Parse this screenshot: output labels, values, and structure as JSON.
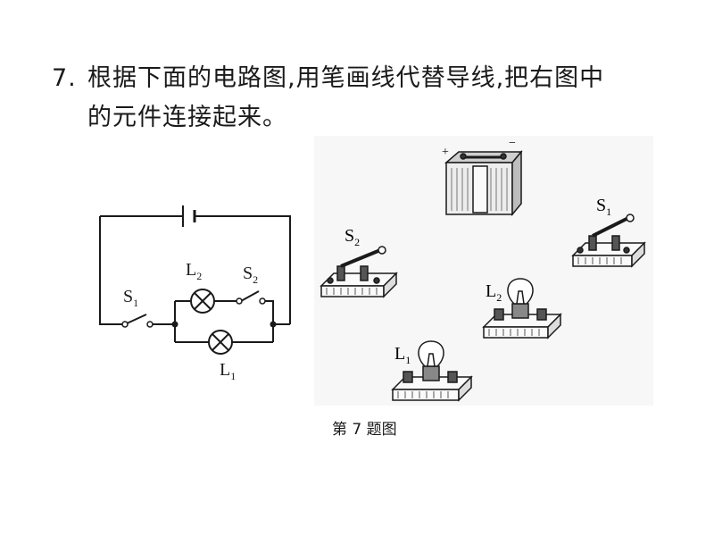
{
  "question": {
    "number": "7.",
    "line1": "根据下面的电路图,用笔画线代替导线,把右图中",
    "line2": "的元件连接起来。"
  },
  "circuit": {
    "labels": {
      "l2": "L",
      "l2_sub": "2",
      "s2": "S",
      "s2_sub": "2",
      "s1": "S",
      "s1_sub": "1",
      "l1": "L",
      "l1_sub": "1"
    }
  },
  "components": {
    "battery": {
      "plus": "+",
      "minus": "−"
    },
    "s1": {
      "main": "S",
      "sub": "1"
    },
    "s2": {
      "main": "S",
      "sub": "2"
    },
    "l2": {
      "main": "L",
      "sub": "2"
    },
    "l1": {
      "main": "L",
      "sub": "1"
    }
  },
  "caption": "第 7 题图"
}
